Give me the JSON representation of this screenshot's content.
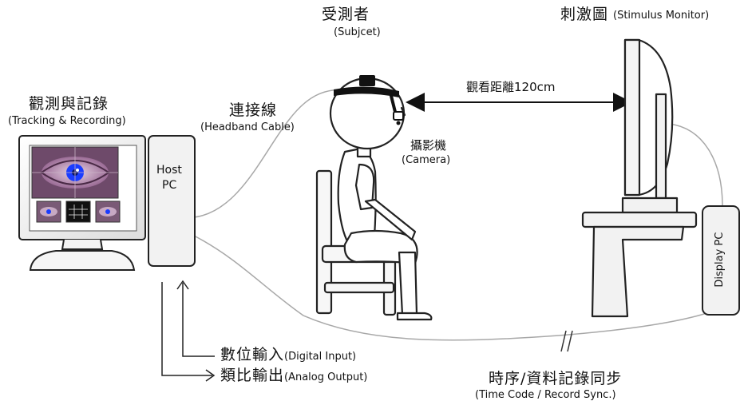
{
  "labels": {
    "subject": {
      "zh": "受測者",
      "en": "(Subjcet)"
    },
    "stimulus": {
      "zh": "刺激圖",
      "en": "(Stimulus Monitor)"
    },
    "tracking": {
      "zh": "觀測與記錄",
      "en": "(Tracking & Recording)"
    },
    "cable": {
      "zh": "連接線",
      "en": "(Headband Cable)"
    },
    "distance": "觀看距離120cm",
    "camera": {
      "zh": "攝影機",
      "en": "(Camera)"
    },
    "host_pc": {
      "line1": "Host",
      "line2": "PC"
    },
    "display_pc": "Display PC",
    "digital_input": {
      "zh": "數位輸入",
      "en": "(Digital Input)"
    },
    "analog_output": {
      "zh": "類比輸出",
      "en": "(Analog Output)"
    },
    "sync": {
      "zh": "時序/資料記錄同步",
      "en": "(Time Code / Record Sync.)"
    }
  },
  "colors": {
    "line": "#111111",
    "cable": "#9a9a9a",
    "screen_bg": "#6e4a6a",
    "eye_iris": "#1a3cff"
  }
}
